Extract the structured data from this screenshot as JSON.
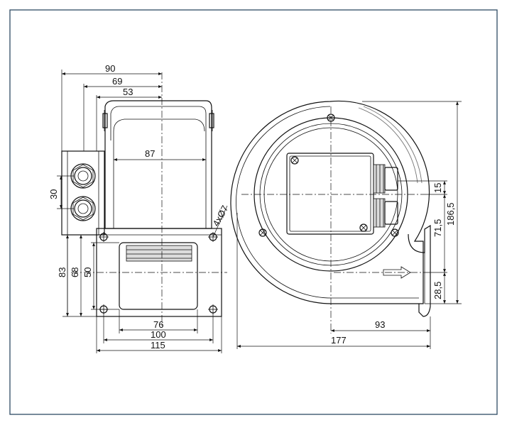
{
  "drawing": {
    "border_color": "#2e4b63",
    "side_view": {
      "dim_width_total": "90",
      "dim_width_mid": "69",
      "dim_width_inner": "53",
      "dim_body_width": "87",
      "dim_gland_spacing": "30",
      "dim_hole": "4xØ7",
      "dim_height_total": "83",
      "dim_height_mid": "68",
      "dim_height_inner": "50",
      "dim_base_inner": "76",
      "dim_base_mid": "100",
      "dim_base_total": "115"
    },
    "front_view": {
      "dim_top_offset": "15",
      "dim_outlet_center": "71,5",
      "dim_total_height": "186,5",
      "dim_bottom_offset": "28,5",
      "dim_outlet_width": "93",
      "dim_total_width": "177"
    }
  }
}
